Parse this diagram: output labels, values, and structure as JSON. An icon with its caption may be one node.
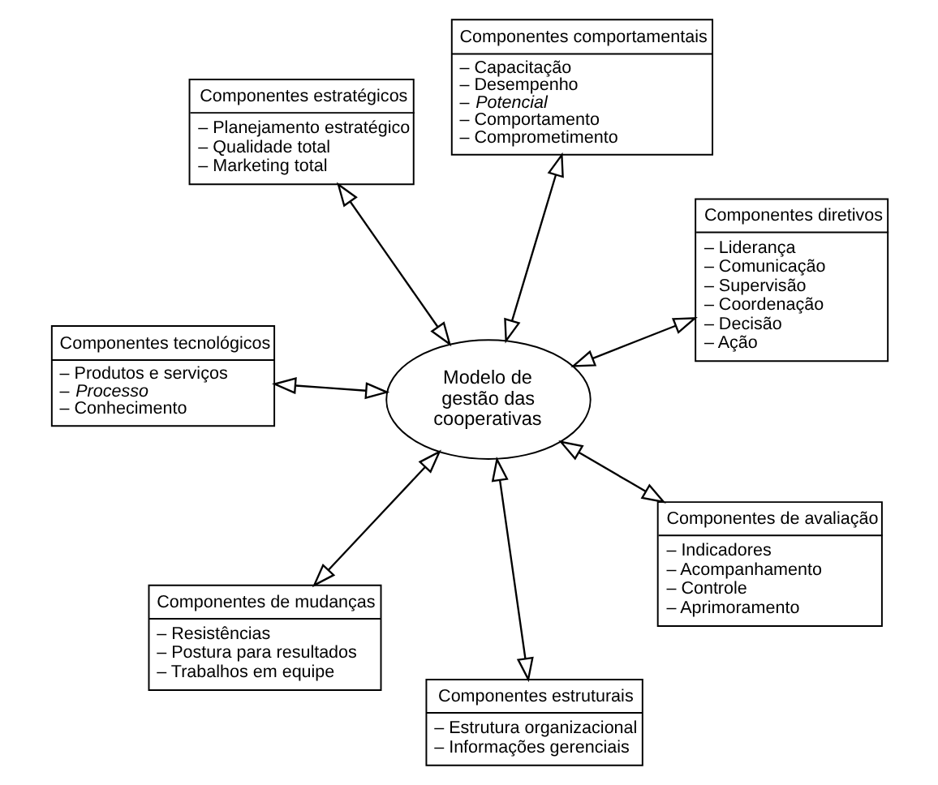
{
  "diagram": {
    "nodes": [
      {
        "text": [
          "Componentes estratégicos",
          "– Planejamento estratégico",
          "– Qualidade total",
          "– Marketing total"
        ]
      },
      {
        "text": [
          "Componentes diretivos",
          "– Liderança",
          "– Comunicação",
          "– Supervisão",
          "– Coordenação",
          "– Decisão",
          "– Ação"
        ]
      },
      {
        "text": [
          "Componentes estruturais",
          "– Estrutura organizacional",
          "– Informações gerenciais"
        ]
      },
      {
        "text": [
          "Modelo de gestão das cooperativas"
        ]
      },
      {
        "text": [
          "Componentes comportamentais",
          "– Capacitação",
          "– Desempenho",
          "– *Potencial*",
          "– Comportamento",
          "– Comprometimento"
        ]
      },
      {
        "text": [
          "Componentes tecnológicos",
          "– Produtos e serviços",
          "– *Processo*",
          "– Conhecimento"
        ]
      },
      {
        "text": [
          "Componentes de mudanças",
          "– Resistências",
          "– Postura para resultados",
          "– Trabalhos em equipe"
        ]
      },
      {
        "text": [
          "Componentes de avaliação",
          "– Indicadores",
          "– Acompanhamento",
          "– Controle",
          "– Aprimoramento"
        ]
      }
    ],
    "edges": [
      {
        "from": 3,
        "to": 0,
        "arrow": "both"
      },
      {
        "from": 3,
        "to": 1,
        "arrow": "both"
      },
      {
        "from": 3,
        "to": 2,
        "arrow": "both"
      },
      {
        "from": 3,
        "to": 4,
        "arrow": "both"
      },
      {
        "from": 3,
        "to": 5,
        "arrow": "both"
      },
      {
        "from": 3,
        "to": 6,
        "arrow": "both"
      },
      {
        "from": 3,
        "to": 7,
        "arrow": "both"
      }
    ]
  }
}
